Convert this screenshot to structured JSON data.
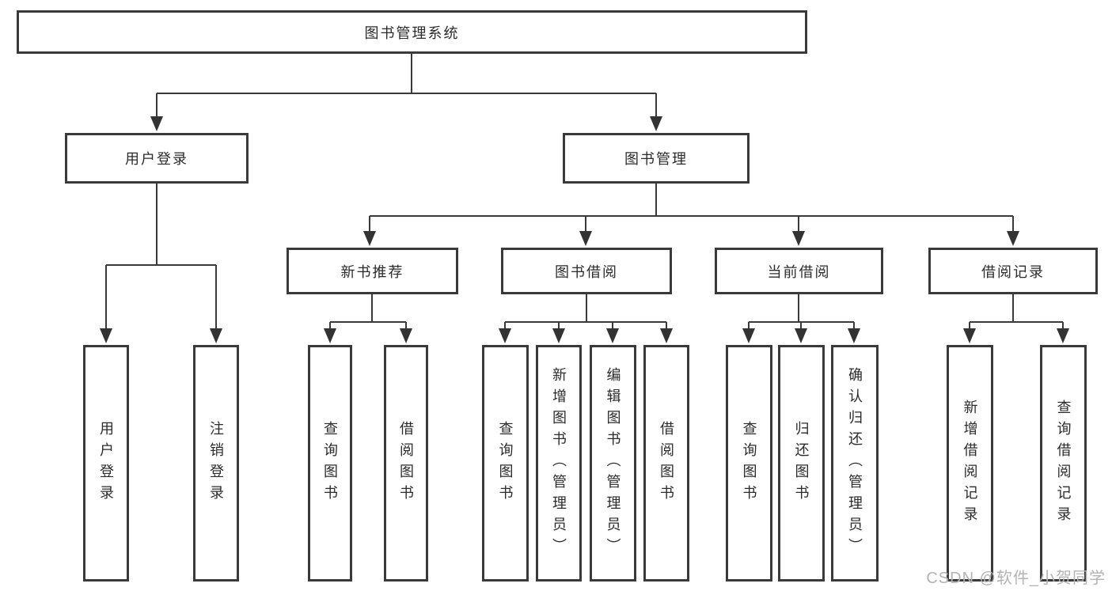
{
  "diagram": {
    "nodes": {
      "root": "图书管理系统",
      "user_login": "用户登录",
      "book_mgmt": "图书管理",
      "new_book_rec": "新书推荐",
      "book_borrow": "图书借阅",
      "current_borrow": "当前借阅",
      "borrow_records": "借阅记录",
      "leaf_user_login": "用户登录",
      "leaf_logout": "注销登录",
      "leaf_query_books_1": "查询图书",
      "leaf_borrow_books_1": "借阅图书",
      "leaf_query_books_2": "查询图书",
      "leaf_add_books": "新增图书（管理员）",
      "leaf_edit_books": "编辑图书（管理员）",
      "leaf_borrow_books_2": "借阅图书",
      "leaf_query_books_3": "查询图书",
      "leaf_return_books": "归还图书",
      "leaf_confirm_return": "确认归还（管理员）",
      "leaf_add_borrow_record": "新增借阅记录",
      "leaf_query_borrow_record": "查询借阅记录"
    },
    "line_color": "#3a3a3a",
    "watermark": "CSDN @软件_小贺同学"
  }
}
